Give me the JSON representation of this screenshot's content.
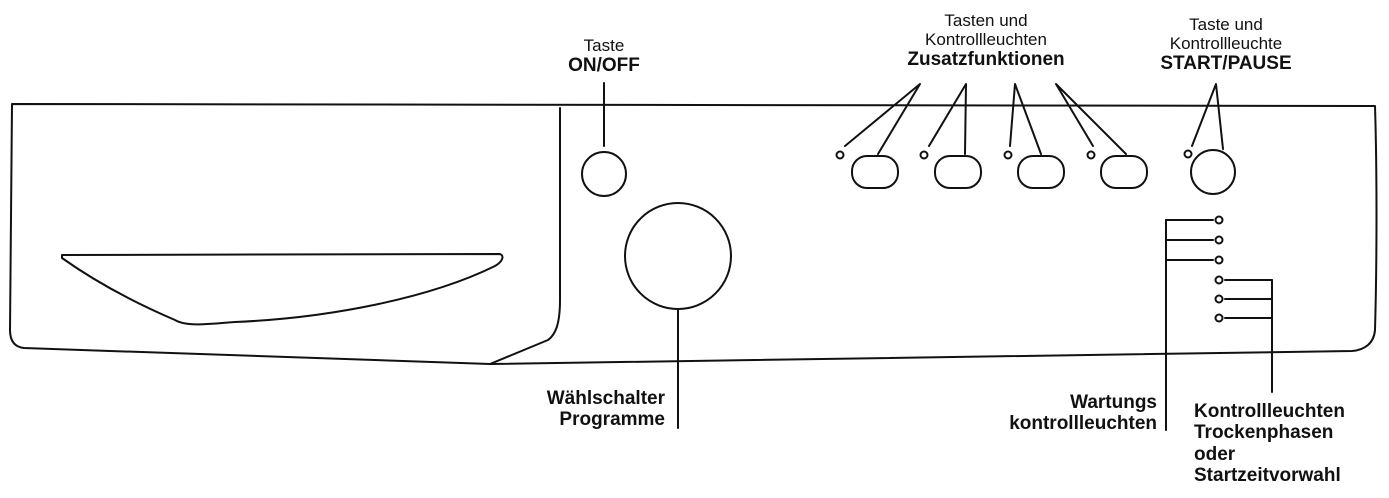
{
  "labels": {
    "on_off": {
      "line1": "Taste",
      "line2": "ON/OFF"
    },
    "zusatz": {
      "line1": "Tasten und",
      "line2": "Kontrollleuchten",
      "line3": "Zusatzfunktionen"
    },
    "start_pause": {
      "line1": "Taste und",
      "line2": "Kontrollleuchte",
      "line3": "START/PAUSE"
    },
    "programme": {
      "line1": "Wählschalter",
      "line2": "Programme"
    },
    "wartung": {
      "line1": "Wartungs",
      "line2": "kontrollleuchten"
    },
    "trocken": {
      "line1": "Kontrollleuchten",
      "line2": "Trockenphasen",
      "line3": "oder",
      "line4": "Startzeitvorwahl"
    }
  },
  "colors": {
    "line": "#111111",
    "background": "#ffffff"
  }
}
